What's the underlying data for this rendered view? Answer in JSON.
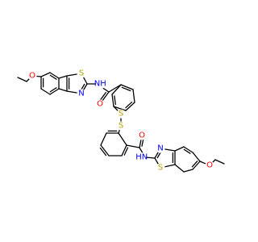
{
  "colors": {
    "background": "#ffffff",
    "bond": "#000000",
    "carbon": "#000000",
    "nitrogen": "#0000ff",
    "oxygen": "#ff0000",
    "sulfur": "#b3a100"
  },
  "atoms": [
    {
      "id": "O_ethoxy_top",
      "label": "O",
      "element": "oxygen"
    },
    {
      "id": "S_thiazole_top",
      "label": "S",
      "element": "sulfur"
    },
    {
      "id": "N_ring_top",
      "label": "N",
      "element": "nitrogen"
    },
    {
      "id": "NH_top",
      "label": "N",
      "element": "nitrogen"
    },
    {
      "id": "H_top",
      "label": "H",
      "element": "nitrogen"
    },
    {
      "id": "O_carbonyl_top",
      "label": "O",
      "element": "oxygen"
    },
    {
      "id": "S_disulfide_1",
      "label": "S",
      "element": "sulfur"
    },
    {
      "id": "S_disulfide_2",
      "label": "S",
      "element": "sulfur"
    },
    {
      "id": "O_carbonyl_bottom",
      "label": "O",
      "element": "oxygen"
    },
    {
      "id": "NH_bottom",
      "label": "N",
      "element": "nitrogen"
    },
    {
      "id": "H_bottom",
      "label": "H",
      "element": "nitrogen"
    },
    {
      "id": "N_ring_bottom",
      "label": "N",
      "element": "nitrogen"
    },
    {
      "id": "S_thiazole_bottom",
      "label": "S",
      "element": "sulfur"
    },
    {
      "id": "O_ethoxy_bottom",
      "label": "O",
      "element": "oxygen"
    }
  ]
}
